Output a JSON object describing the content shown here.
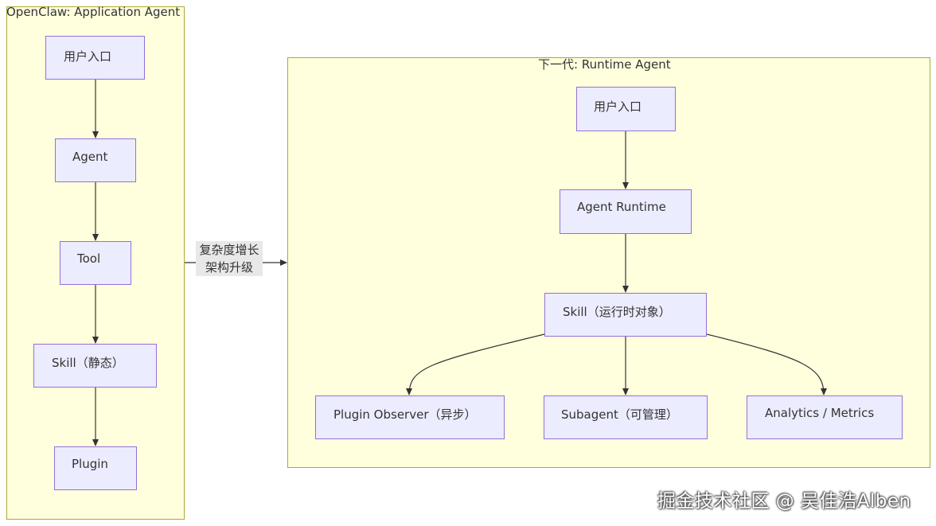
{
  "clusters": {
    "left_title": "OpenClaw: Application Agent",
    "right_title": "下一代: Runtime Agent"
  },
  "left_nodes": {
    "entry": "用户入口",
    "agent": "Agent",
    "tool": "Tool",
    "skill": "Skill（静态）",
    "plugin": "Plugin"
  },
  "right_nodes": {
    "entry": "用户入口",
    "runtime": "Agent Runtime",
    "skill": "Skill（运行时对象）",
    "observer": "Plugin Observer（异步）",
    "subagent": "Subagent（可管理）",
    "analytics": "Analytics / Metrics"
  },
  "transition": {
    "line1": "复杂度增长",
    "line2": "架构升级"
  },
  "watermark": "掘金技术社区 @ 吴佳浩Alben",
  "colors": {
    "node_fill": "#ececff",
    "node_border": "#9370db",
    "cluster_fill": "#ffffde",
    "cluster_border": "#aaaa33",
    "edge": "#333333"
  }
}
